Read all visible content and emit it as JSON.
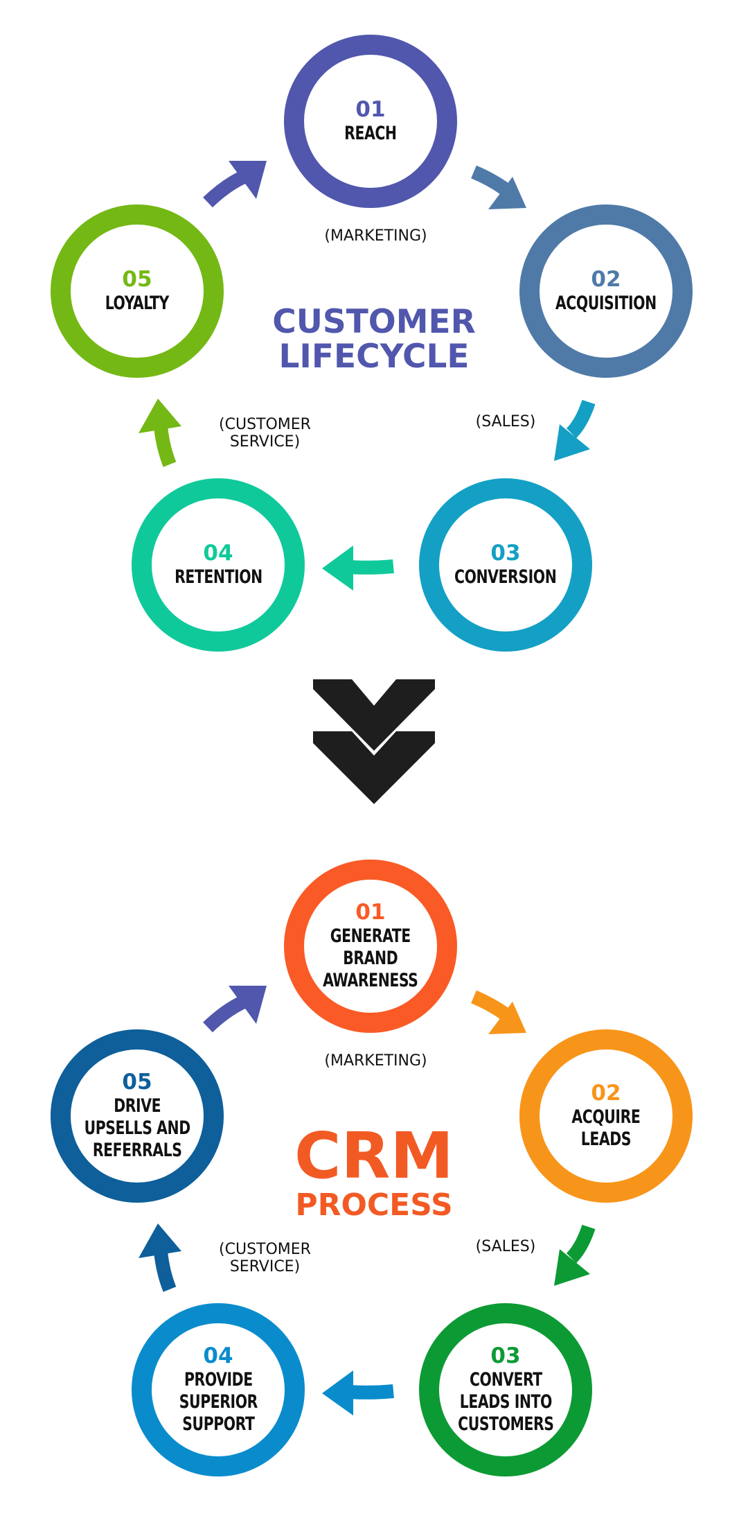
{
  "lifecycle": {
    "title_line1": "CUSTOMER",
    "title_line2": "LIFECYCLE",
    "title_color": "#5157ac",
    "notes": {
      "marketing": "(MARKETING)",
      "sales": "(SALES)",
      "service_line1": "(CUSTOMER",
      "service_line2": "SERVICE)"
    },
    "steps": [
      {
        "num": "01",
        "lines": [
          "REACH"
        ],
        "color": "#5157ac"
      },
      {
        "num": "02",
        "lines": [
          "ACQUISITION"
        ],
        "color": "#4f7aa8"
      },
      {
        "num": "03",
        "lines": [
          "CONVERSION"
        ],
        "color": "#14a0c4"
      },
      {
        "num": "04",
        "lines": [
          "RETENTION"
        ],
        "color": "#10c99a"
      },
      {
        "num": "05",
        "lines": [
          "LOYALTY"
        ],
        "color": "#74b815"
      }
    ]
  },
  "crm": {
    "title_line1": "CRM",
    "title_line2": "PROCESS",
    "title_color": "#f25a24",
    "notes": {
      "marketing": "(MARKETING)",
      "sales": "(SALES)",
      "service_line1": "(CUSTOMER",
      "service_line2": "SERVICE)"
    },
    "steps": [
      {
        "num": "01",
        "lines": [
          "GENERATE",
          "BRAND",
          "AWARENESS"
        ],
        "color": "#fa5a26"
      },
      {
        "num": "02",
        "lines": [
          "ACQUIRE",
          "LEADS"
        ],
        "color": "#f7951a"
      },
      {
        "num": "03",
        "lines": [
          "CONVERT",
          "LEADS INTO",
          "CUSTOMERS"
        ],
        "color": "#0c9a34"
      },
      {
        "num": "04",
        "lines": [
          "PROVIDE",
          "SUPERIOR",
          "SUPPORT"
        ],
        "color": "#0a8ccc"
      },
      {
        "num": "05",
        "lines": [
          "DRIVE",
          "UPSELLS AND",
          "REFERRALS"
        ],
        "color": "#0e5f9a"
      }
    ]
  },
  "arrows": {
    "lifecycle": [
      "#5157ac",
      "#4f7aa8",
      "#14a0c4",
      "#10c99a",
      "#74b815"
    ],
    "crm": [
      "#5157ac",
      "#f7951a",
      "#0c9a34",
      "#0a8ccc",
      "#0e5f9a"
    ]
  },
  "chevron_color": "#1e1e1e"
}
